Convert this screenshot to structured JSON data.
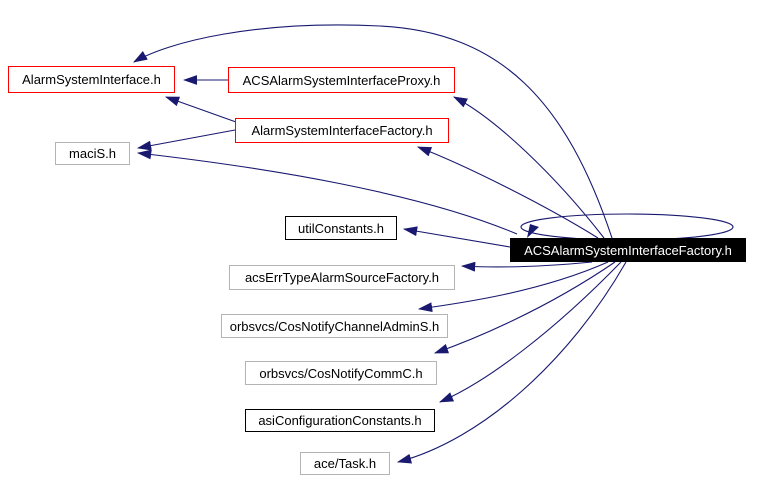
{
  "diagram": {
    "type": "include-dependency-graph",
    "background": "#ffffff",
    "edge_color": "#191970",
    "border_colors": {
      "referenced": "#ff0000",
      "documented": "#000000",
      "external": "#b4b4b4"
    },
    "main_node": {
      "label": "ACSAlarmSystemInterfaceFactory.h",
      "bg": "#000000",
      "text_color": "#ffffff"
    },
    "nodes": [
      {
        "label": "AlarmSystemInterface.h",
        "style": "red"
      },
      {
        "label": "ACSAlarmSystemInterfaceProxy.h",
        "style": "red"
      },
      {
        "label": "AlarmSystemInterfaceFactory.h",
        "style": "red"
      },
      {
        "label": "maciS.h",
        "style": "gray"
      },
      {
        "label": "utilConstants.h",
        "style": "black"
      },
      {
        "label": "ACSAlarmSystemInterfaceFactory.h",
        "style": "main"
      },
      {
        "label": "acsErrTypeAlarmSourceFactory.h",
        "style": "gray"
      },
      {
        "label": "orbsvcs/CosNotifyChannelAdminS.h",
        "style": "gray"
      },
      {
        "label": "orbsvcs/CosNotifyCommC.h",
        "style": "gray"
      },
      {
        "label": "asiConfigurationConstants.h",
        "style": "black"
      },
      {
        "label": "ace/Task.h",
        "style": "gray"
      }
    ],
    "edges": [
      {
        "from": "ACSAlarmSystemInterfaceFactory.h",
        "to": "AlarmSystemInterface.h"
      },
      {
        "from": "ACSAlarmSystemInterfaceProxy.h",
        "to": "AlarmSystemInterface.h"
      },
      {
        "from": "AlarmSystemInterfaceFactory.h",
        "to": "AlarmSystemInterface.h"
      },
      {
        "from": "AlarmSystemInterfaceFactory.h",
        "to": "maciS.h"
      },
      {
        "from": "ACSAlarmSystemInterfaceFactory.h",
        "to": "ACSAlarmSystemInterfaceProxy.h"
      },
      {
        "from": "ACSAlarmSystemInterfaceFactory.h",
        "to": "AlarmSystemInterfaceFactory.h"
      },
      {
        "from": "ACSAlarmSystemInterfaceFactory.h",
        "to": "maciS.h"
      },
      {
        "from": "ACSAlarmSystemInterfaceFactory.h",
        "to": "utilConstants.h"
      },
      {
        "from": "ACSAlarmSystemInterfaceFactory.h",
        "to": "acsErrTypeAlarmSourceFactory.h"
      },
      {
        "from": "ACSAlarmSystemInterfaceFactory.h",
        "to": "orbsvcs/CosNotifyChannelAdminS.h"
      },
      {
        "from": "ACSAlarmSystemInterfaceFactory.h",
        "to": "orbsvcs/CosNotifyCommC.h"
      },
      {
        "from": "ACSAlarmSystemInterfaceFactory.h",
        "to": "asiConfigurationConstants.h"
      },
      {
        "from": "ACSAlarmSystemInterfaceFactory.h",
        "to": "ace/Task.h"
      },
      {
        "from": "ACSAlarmSystemInterfaceFactory.h",
        "to": "ACSAlarmSystemInterfaceFactory.h",
        "self": true
      }
    ]
  }
}
